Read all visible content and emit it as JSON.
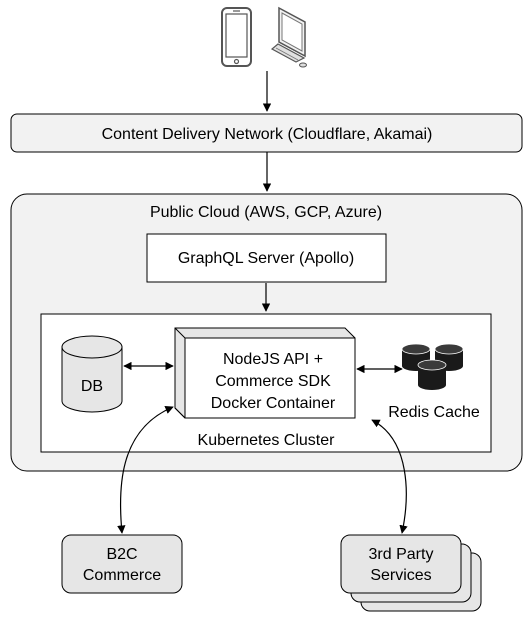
{
  "devices": {
    "phone_icon": "smartphone-icon",
    "desktop_icon": "desktop-computer-icon"
  },
  "cdn": {
    "label": "Content Delivery Network (Cloudflare, Akamai)"
  },
  "cloud": {
    "label": "Public Cloud (AWS, GCP, Azure)"
  },
  "graphql": {
    "label": "GraphQL Server (Apollo)"
  },
  "cluster": {
    "label": "Kubernetes Cluster"
  },
  "db": {
    "label": "DB"
  },
  "api": {
    "lines": [
      "NodeJS API +",
      "Commerce SDK",
      "Docker Container"
    ]
  },
  "redis": {
    "label": "Redis Cache"
  },
  "b2c": {
    "lines": [
      "B2C",
      "Commerce"
    ]
  },
  "third_party": {
    "lines": [
      "3rd Party",
      "Services"
    ]
  },
  "colors": {
    "box_fill": "#f2f2f2",
    "node_fill": "#e6e6e6",
    "stroke": "#000000",
    "icon_dark": "#1a1a1a"
  }
}
